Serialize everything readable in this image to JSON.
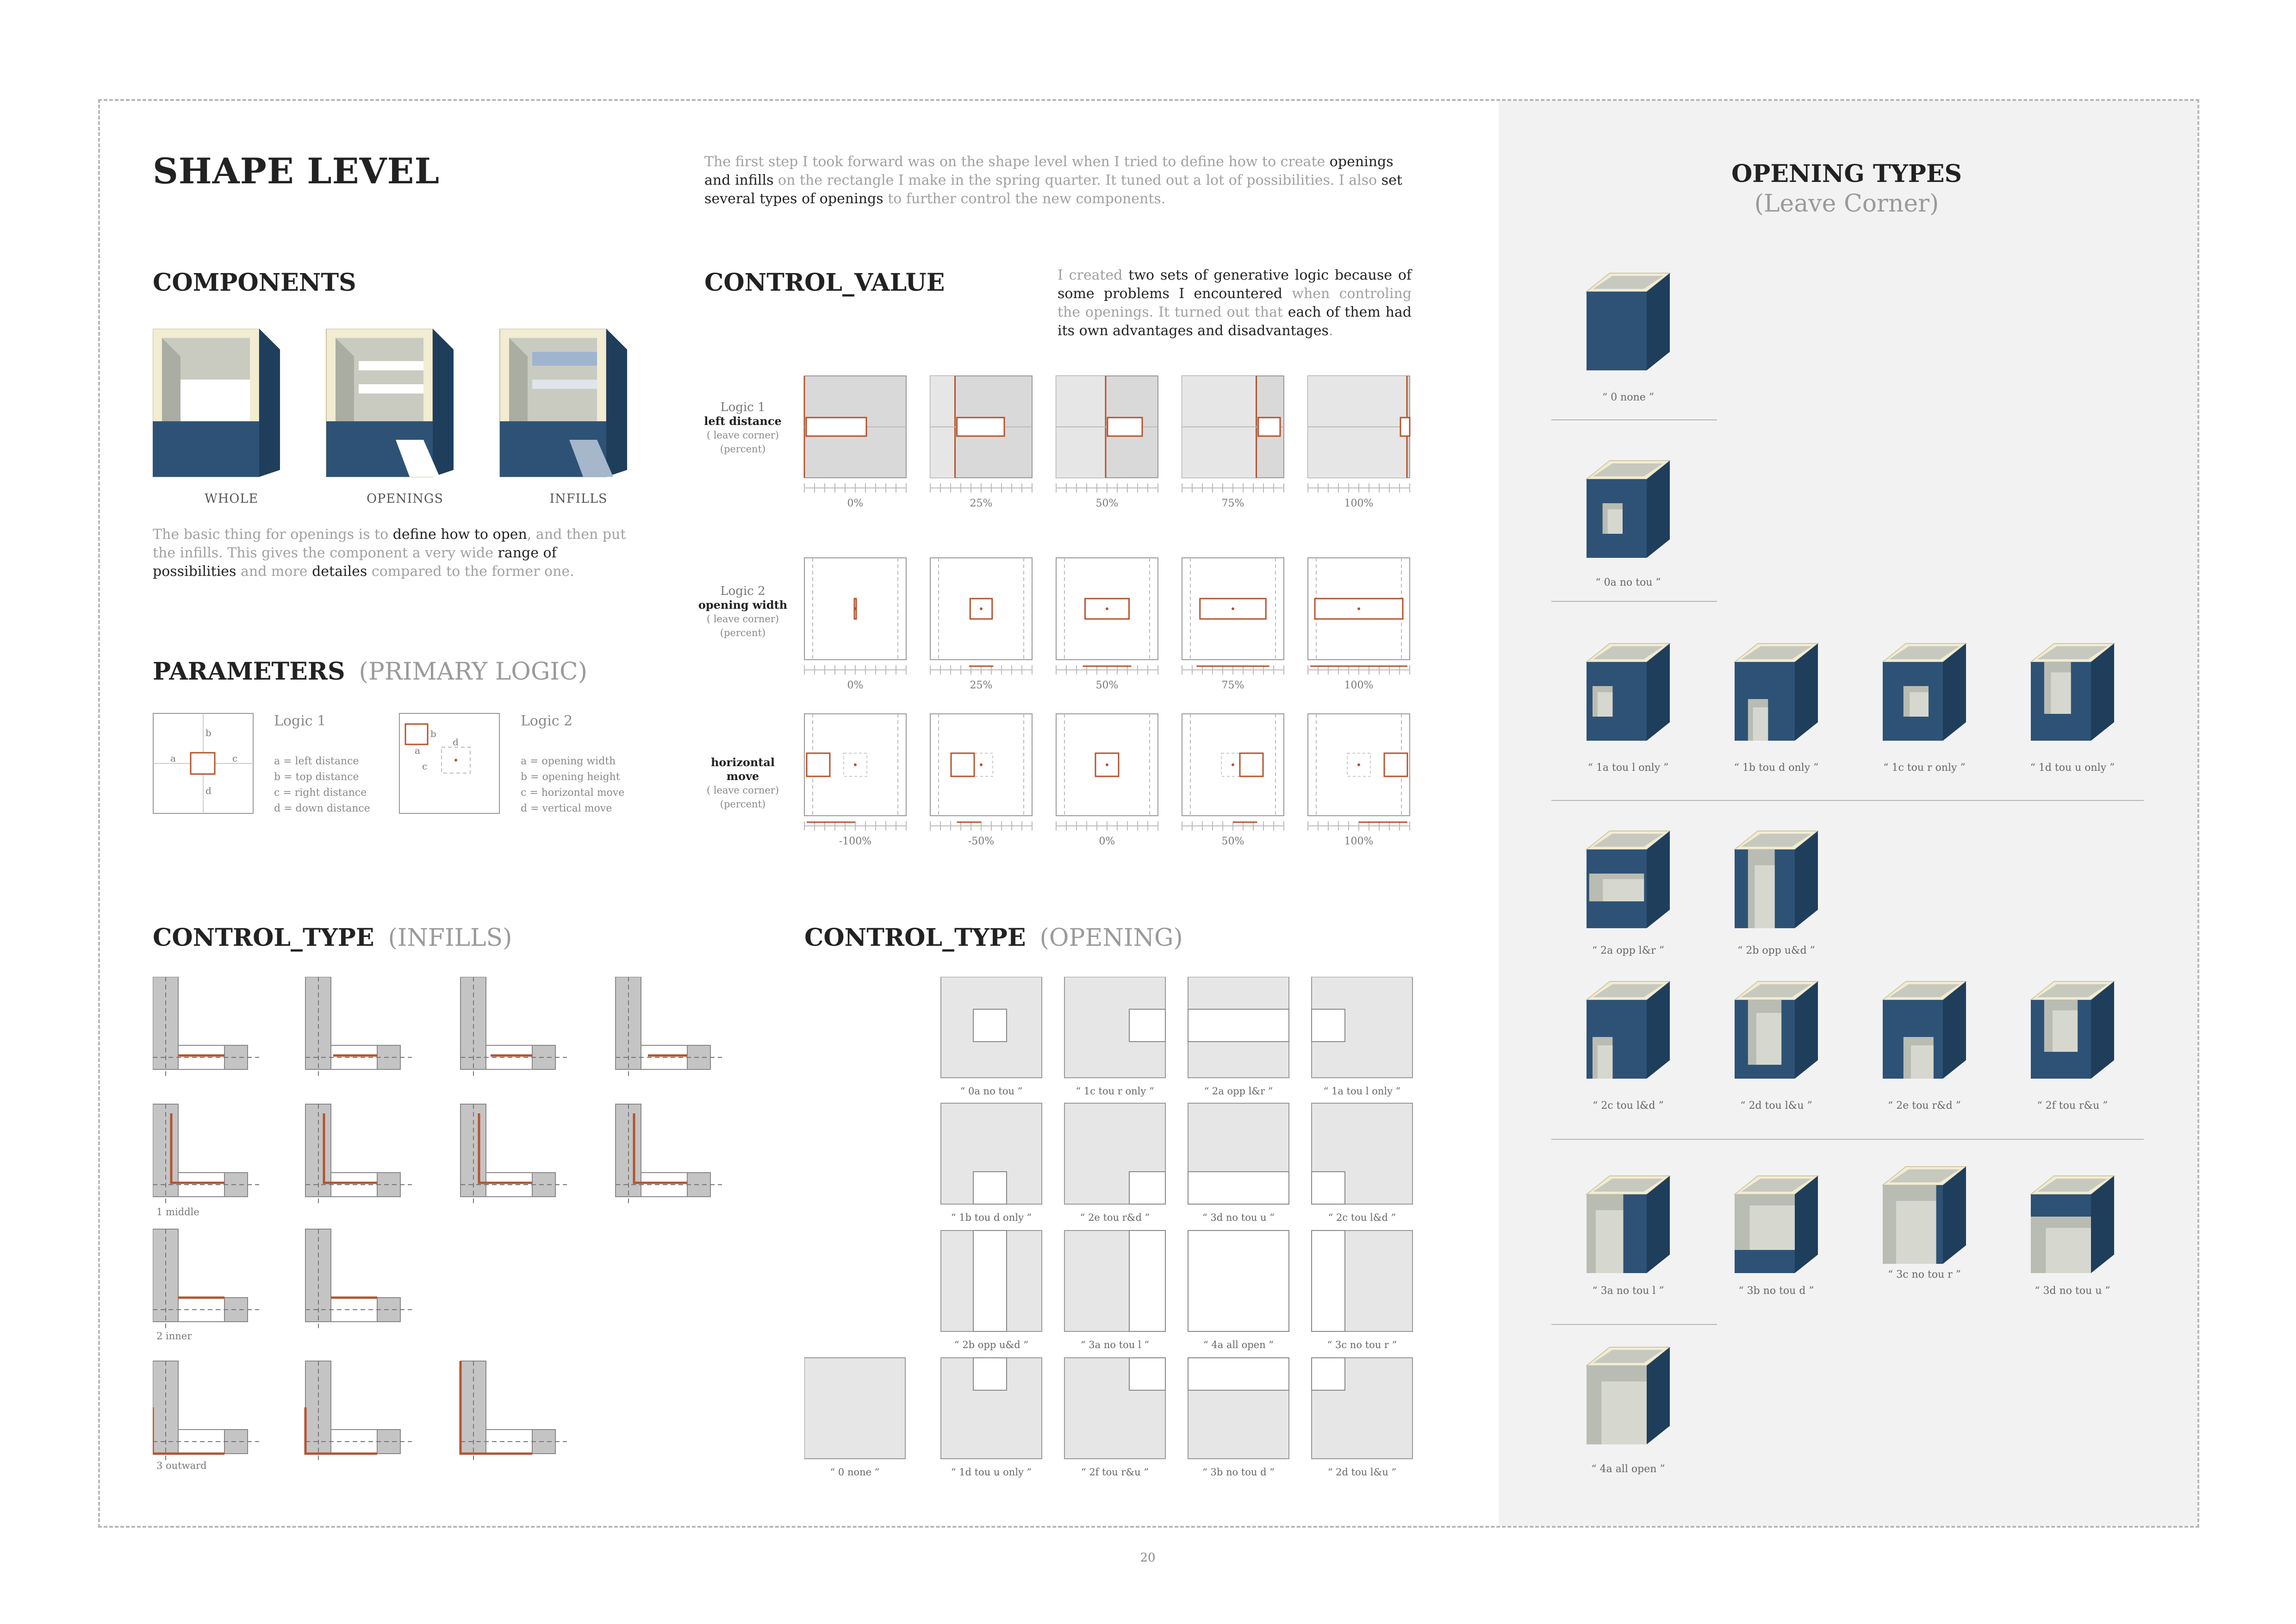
{
  "page_title": "SHAPE LEVEL",
  "intro": {
    "p1": "The first step I took forward was on the shape level when I tried to define how to create ",
    "b1": "openings and infills",
    "p2": " on the rectangle I make in the spring quarter. It tuned out a lot of possibilities. I also ",
    "b2": "set several types of openings",
    "p3": " to further control the new components."
  },
  "components": {
    "heading": "COMPONENTS",
    "labels": [
      "WHOLE",
      "OPENINGS",
      "INFILLS"
    ],
    "text": {
      "p1": "The basic thing for openings is to ",
      "b1": "define how to open",
      "p2": ", and then put the infills. This gives the component a very wide ",
      "b2": "range of possibilities",
      "p3": " and more ",
      "b3": "detailes",
      "p4": " compared to the former one."
    }
  },
  "parameters": {
    "heading": "PARAMETERS",
    "sub": "(PRIMARY LOGIC)",
    "logic1": {
      "title": "Logic 1",
      "marks": [
        "a",
        "b",
        "c",
        "d"
      ],
      "lines": [
        "a = left distance",
        "b = top distance",
        "c = right distance",
        "d = down distance"
      ]
    },
    "logic2": {
      "title": "Logic 2",
      "marks": [
        "a",
        "b",
        "c",
        "d"
      ],
      "lines": [
        "a = opening width",
        "b = opening height",
        "c = horizontal move",
        "d = vertical move"
      ]
    }
  },
  "control_value": {
    "heading": "CONTROL_VALUE",
    "text": {
      "p1": "I created ",
      "b1": "two sets of generative logic because of some problems I encountered",
      "p2": " when controling the openings. It turned out that ",
      "b2": "each of them had its own advantages and disadvantages",
      "p3": "."
    },
    "rows": [
      {
        "title": "Logic 1",
        "bold": "left distance",
        "sub1": "( leave corner)",
        "sub2": "(percent)",
        "ticks": [
          "0%",
          "25%",
          "50%",
          "75%",
          "100%"
        ],
        "values": [
          0,
          25,
          50,
          75,
          100
        ]
      },
      {
        "title": "Logic 2",
        "bold": "opening width",
        "sub1": "( leave corner)",
        "sub2": "(percent)",
        "ticks": [
          "0%",
          "25%",
          "50%",
          "75%",
          "100%"
        ],
        "values": [
          0,
          25,
          50,
          75,
          100
        ]
      },
      {
        "title": "",
        "bold": "horizontal move",
        "sub1": "( leave corner)",
        "sub2": "(percent)",
        "ticks": [
          "-100%",
          "-50%",
          "0%",
          "50%",
          "100%"
        ],
        "values": [
          -100,
          -50,
          0,
          50,
          100
        ]
      }
    ]
  },
  "control_type_infills": {
    "heading": "CONTROL_TYPE",
    "sub": "(INFILLS)",
    "row_labels": [
      "",
      "1 middle",
      "2 inner",
      "3 outward"
    ]
  },
  "control_type_opening": {
    "heading": "CONTROL_TYPE",
    "sub": "(OPENING)",
    "labels": [
      "“ 0a no tou ”",
      "“ 1c tou r only ”",
      "“ 2a opp l&r ”",
      "“ 1a tou l only ”",
      "“ 1b tou d only ”",
      "“ 2e tou r&d ”",
      "“ 3d no tou u ”",
      "“ 2c tou l&d ”",
      "“ 2b opp u&d ”",
      "“ 3a no tou l ”",
      "“ 4a all open ”",
      "“ 3c no tou r ”",
      "“ 0 none ”",
      "“ 1d tou u only ”",
      "“ 2f tou r&u ”",
      "“ 3b no tou d ”",
      "“ 2d tou l&u ”"
    ]
  },
  "opening_types": {
    "title": "OPENING TYPES",
    "subtitle": "(Leave Corner)",
    "labels": [
      "“ 0 none ”",
      "“ 0a no tou ”",
      "“ 1a tou l only ”",
      "“ 1b tou d only ”",
      "“ 1c tou r only ”",
      "“ 1d tou u only ”",
      "“ 2a opp l&r ”",
      "“ 2b opp u&d ”",
      "“ 2c tou l&d ”",
      "“ 2d tou l&u ”",
      "“ 2e tou r&d ”",
      "“ 2f tou r&u ”",
      "“ 3a no tou l ”",
      "“ 3b no tou d ”",
      "“ 3c no tou r ”",
      "“ 3d no tou u ”",
      "“ 4a all open ”"
    ]
  },
  "page_number": "20",
  "colors": {
    "accent": "#b5532d",
    "cube_blue": "#2e5275",
    "cube_side": "#1f3e5c",
    "cream": "#f1ecd2",
    "panel": "#f2f2f2"
  }
}
